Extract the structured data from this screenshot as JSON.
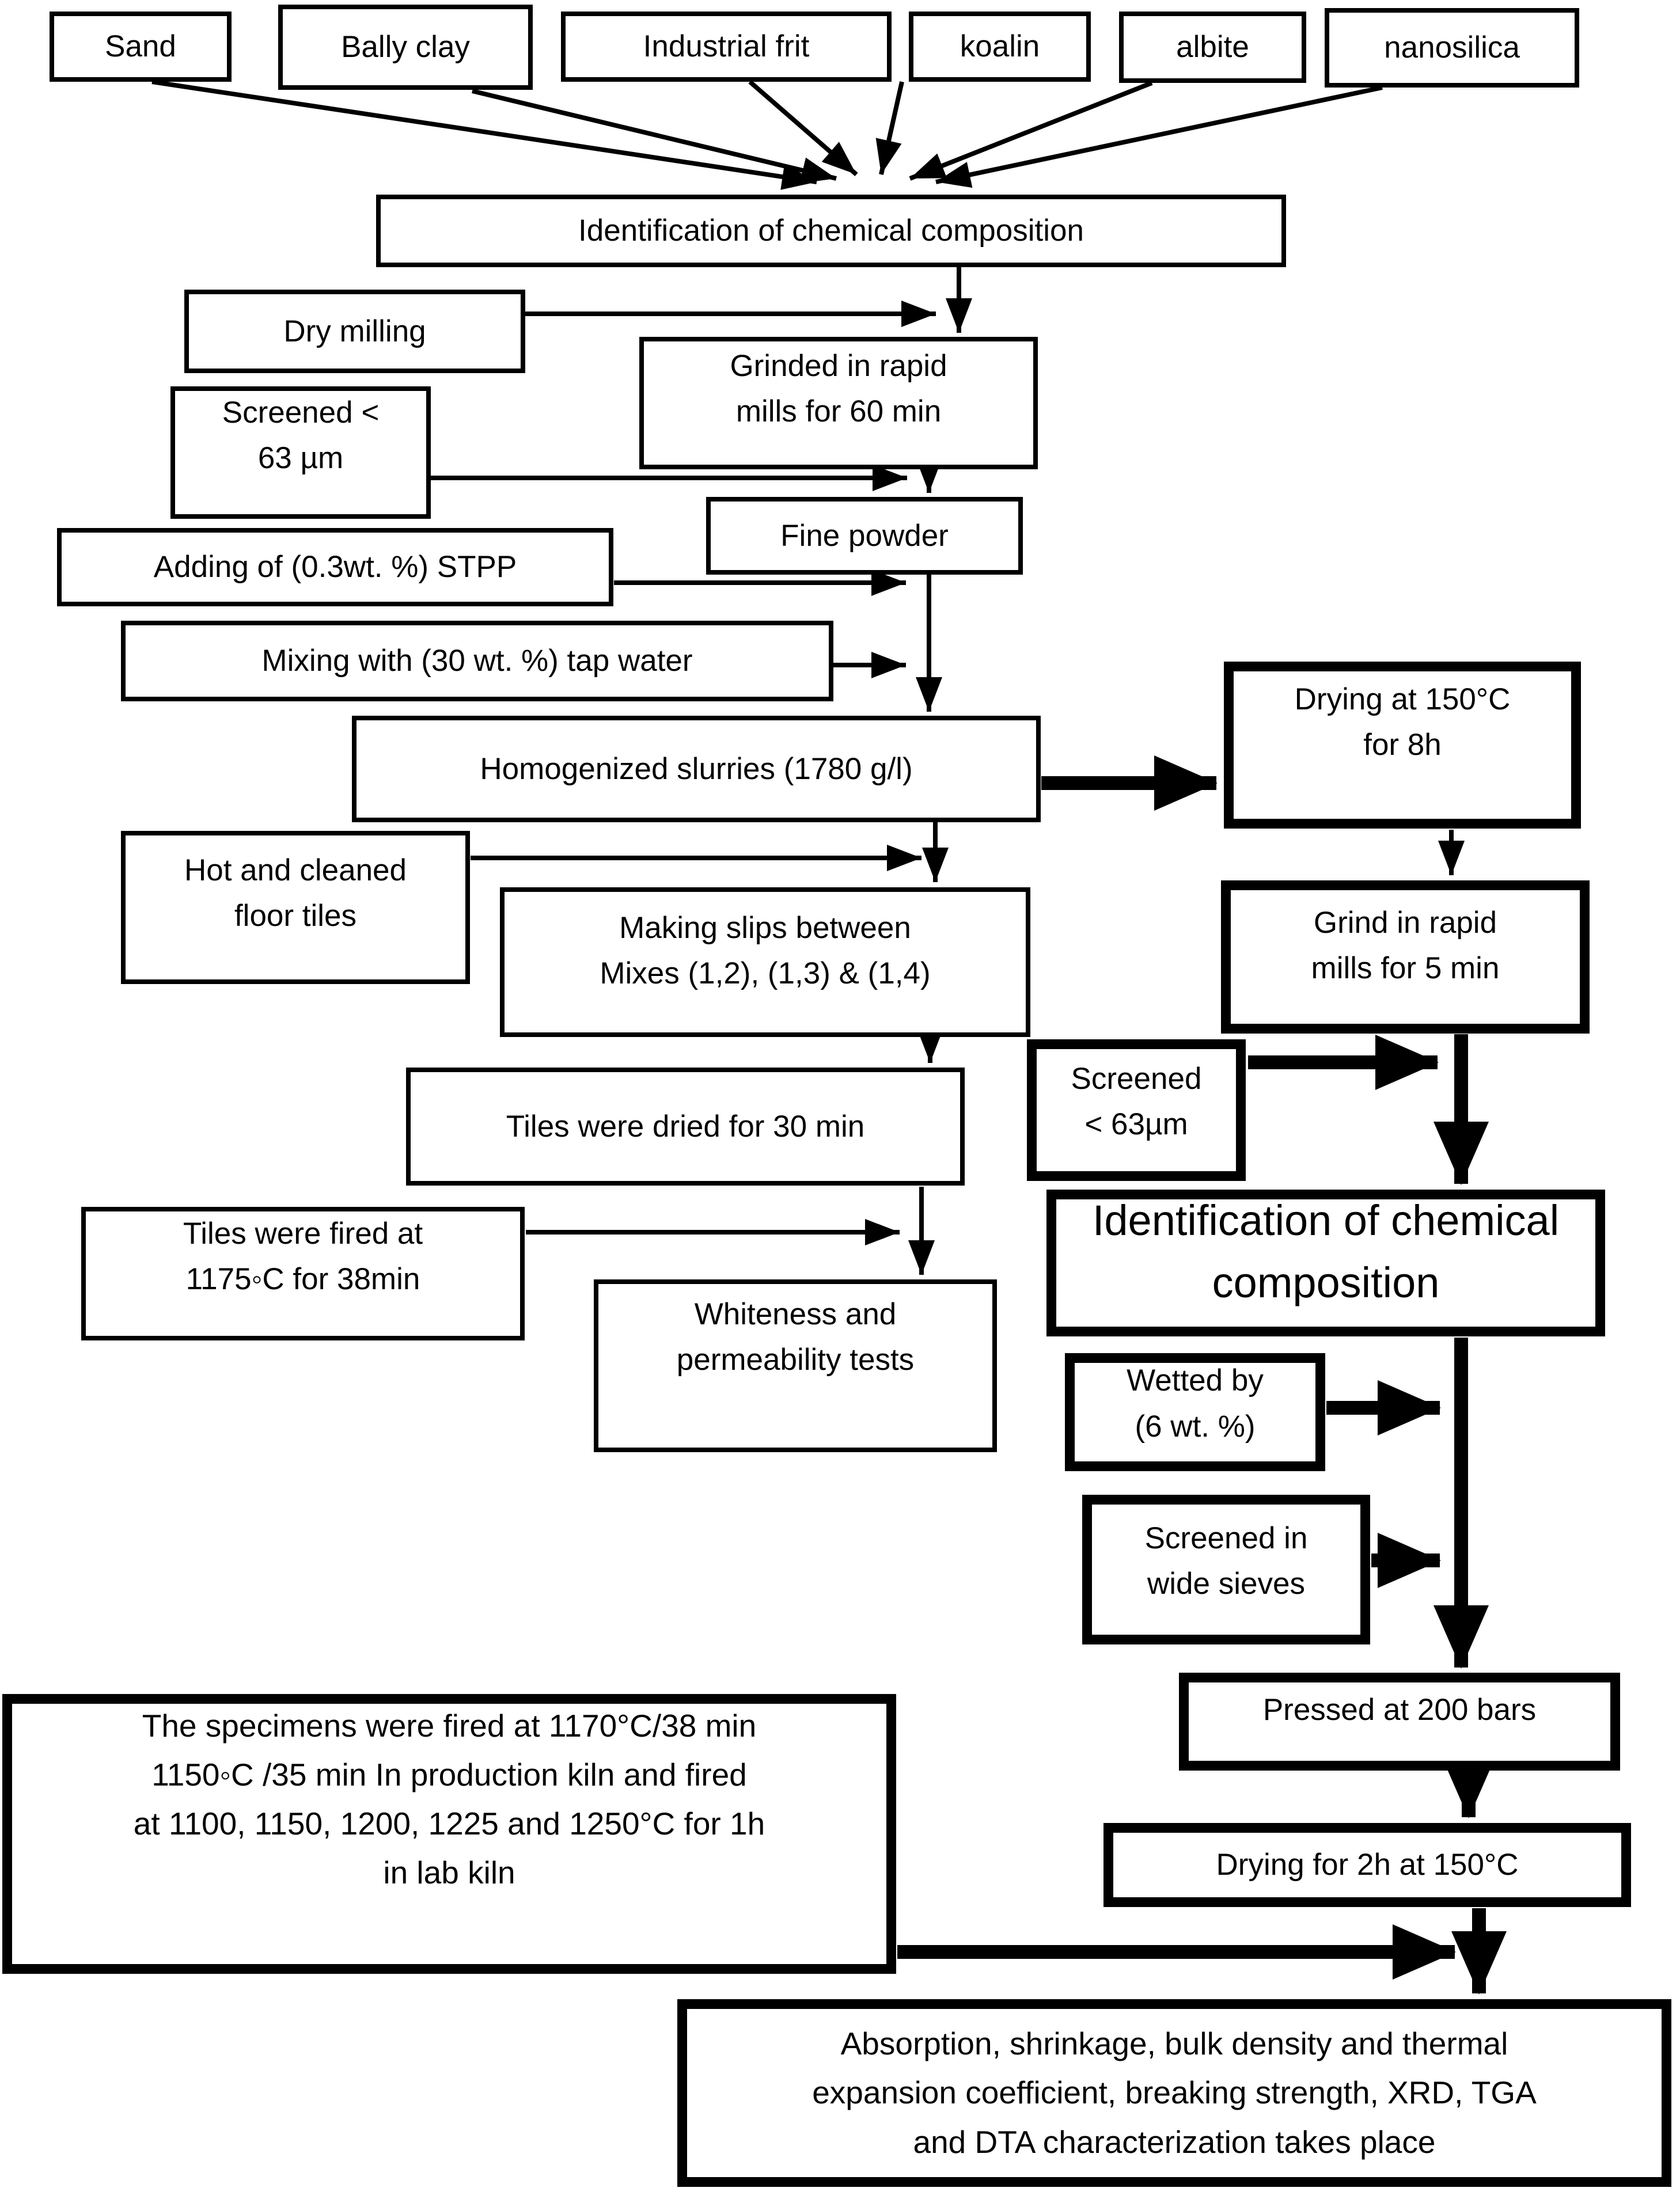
{
  "page": {
    "background": "#ffffff",
    "ink": "#000000",
    "type": "process-flowchart"
  },
  "nodes": {
    "sand": {
      "label": "Sand"
    },
    "bally_clay": {
      "label": "Bally clay"
    },
    "industrial_frit": {
      "label": "Industrial frit"
    },
    "koalin": {
      "label": "koalin"
    },
    "albite": {
      "label": "albite"
    },
    "nanosilica": {
      "label": "nanosilica"
    },
    "identification1": {
      "label": "Identification of chemical composition"
    },
    "dry_milling": {
      "label": "Dry milling"
    },
    "grinded60": {
      "label": "Grinded in rapid\nmills for 60 min"
    },
    "screened63_1": {
      "label": "Screened <\n63 µm"
    },
    "fine_powder": {
      "label": "Fine powder"
    },
    "adding_stpp": {
      "label": "Adding of (0.3wt. %) STPP"
    },
    "mixing_water": {
      "label": "Mixing with (30 wt. %) tap water"
    },
    "homogenized": {
      "label": "Homogenized slurries (1780 g/l)"
    },
    "drying150_8h": {
      "label": "Drying at 150°C\nfor  8h"
    },
    "hot_tiles": {
      "label": "Hot and cleaned\nfloor tiles"
    },
    "making_slips": {
      "label": "Making slips between\nMixes (1,2), (1,3) & (1,4)"
    },
    "grind5": {
      "label": "Grind in rapid\nmills for 5 min"
    },
    "screened63_2": {
      "label": "Screened\n< 63µm"
    },
    "identification2": {
      "label": "Identification of chemical\ncomposition"
    },
    "tiles_dried": {
      "label": "Tiles were dried for 30 min"
    },
    "tiles_fired": {
      "label": "Tiles were fired at\n1175◦C for 38min"
    },
    "whiteness": {
      "label": "Whiteness and\npermeability tests"
    },
    "wetted": {
      "label": "Wetted by\n(6 wt. %)"
    },
    "screened_sieves": {
      "label": "Screened in\nwide sieves"
    },
    "pressed": {
      "label": "Pressed at 200 bars"
    },
    "drying2h": {
      "label": "Drying for 2h at 150°C"
    },
    "specimens_fired": {
      "label": "The specimens were fired at 1170°C/38 min\n1150◦C /35 min In production kiln and fired\nat 1100, 1150, 1200, 1225 and 1250°C for 1h\nin lab kiln"
    },
    "absorption": {
      "label": "Absorption, shrinkage, bulk density and thermal\nexpansion coefficient, breaking strength, XRD, TGA\nand DTA characterization takes place"
    }
  }
}
